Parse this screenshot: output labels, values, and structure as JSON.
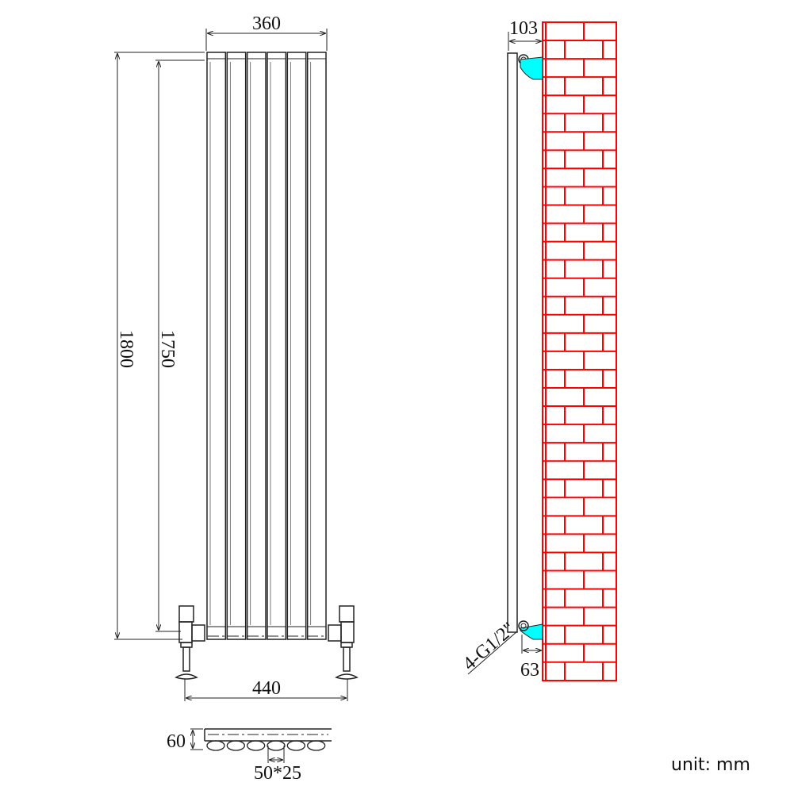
{
  "front_view": {
    "width_label": "360",
    "height_label": "1800",
    "centres_label": "1750",
    "valve_span_label": "440",
    "columns": 6
  },
  "side_view": {
    "wall_distance_label": "103",
    "pipe_offset_label": "63",
    "connection_label": "4-G1/2\"",
    "wall_color": "#ff0000",
    "bracket_color": "#00ffff"
  },
  "section_view": {
    "depth_label": "60",
    "tube_label": "50*25"
  },
  "unit_label": "unit: mm"
}
